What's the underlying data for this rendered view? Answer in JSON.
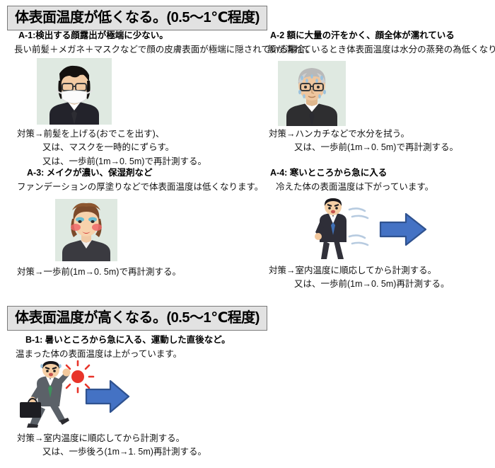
{
  "document": {
    "language": "ja",
    "title_low": "体表面温度が低くなる。(0.5〜1℃程度)",
    "title_high": "体表面温度が高くなる。(0.5〜1℃程度)"
  },
  "colors": {
    "banner_background": "#e2e2e2",
    "banner_border": "#7a7a7a",
    "text": "#111111",
    "arrow_fill": "#4472c4",
    "arrow_stroke": "#2f528f",
    "photo_background": "#dfe9e1",
    "sun_red": "#e8342a",
    "suit_dark": "#2b2b33",
    "suit_gray": "#5b6168"
  },
  "sections": [
    {
      "id": "low",
      "banner": "体表面温度が低くなる。(0.5〜1℃程度)",
      "cases": [
        {
          "id": "a1",
          "title": "A-1:検出する顔露出が極端に少ない。",
          "description": "長い前髪＋メガネ＋マスクなどで顔の皮膚表面が極端に隠されている場合。",
          "image_name": "man-with-bangs-glasses-mask",
          "measures": [
            {
              "text": "対策→前髪を上げる(おでこを出す)、",
              "indent": 0
            },
            {
              "text": "又は、マスクを一時的にずらす。",
              "indent": 1
            },
            {
              "text": "又は、一歩前(1m→0. 5m)で再計測する。",
              "indent": 1
            }
          ]
        },
        {
          "id": "a2",
          "title": "A-2  額に大量の汗をかく、顔全体が濡れている",
          "description": "額が濡れているとき体表面温度は水分の蒸発の為低くなります。",
          "image_name": "older-man-sweating",
          "measures": [
            {
              "text": "対策→ハンカチなどで水分を拭う。",
              "indent": 0
            },
            {
              "text": "又は、一歩前(1m→0. 5m)で再計測する。",
              "indent": 1
            }
          ]
        },
        {
          "id": "a3",
          "title": "A-3:  メイクが濃い、保湿剤など",
          "description": "ファンデーションの厚塗りなどで体表面温度は低くなります。",
          "image_name": "woman-heavy-makeup",
          "measures": [
            {
              "text": "対策→一歩前(1m→0. 5m)で再計測する。",
              "indent": 0
            }
          ]
        },
        {
          "id": "a4",
          "title": "A-4:  寒いところから急に入る",
          "description": "冷えた体の表面温度は下がっています。",
          "image_name": "shivering-man-cold-with-arrow",
          "measures": [
            {
              "text": "対策→室内温度に順応してから計測する。",
              "indent": 0
            },
            {
              "text": "又は、一歩前(1m→0. 5m)再計測する。",
              "indent": 1
            }
          ]
        }
      ]
    },
    {
      "id": "high",
      "banner": "体表面温度が高くなる。(0.5〜1℃程度)",
      "cases": [
        {
          "id": "b1",
          "title": "B-1:  暑いところから急に入る、運動した直後など。",
          "description": "温まった体の表面温度は上がっています。",
          "image_name": "hot-man-with-briefcase-sun-and-arrow",
          "measures": [
            {
              "text": "対策→室内温度に順応してから計測する。",
              "indent": 0
            },
            {
              "text": "又は、一歩後ろ(1m→1. 5m)再計測する。",
              "indent": 1
            }
          ]
        }
      ]
    }
  ]
}
